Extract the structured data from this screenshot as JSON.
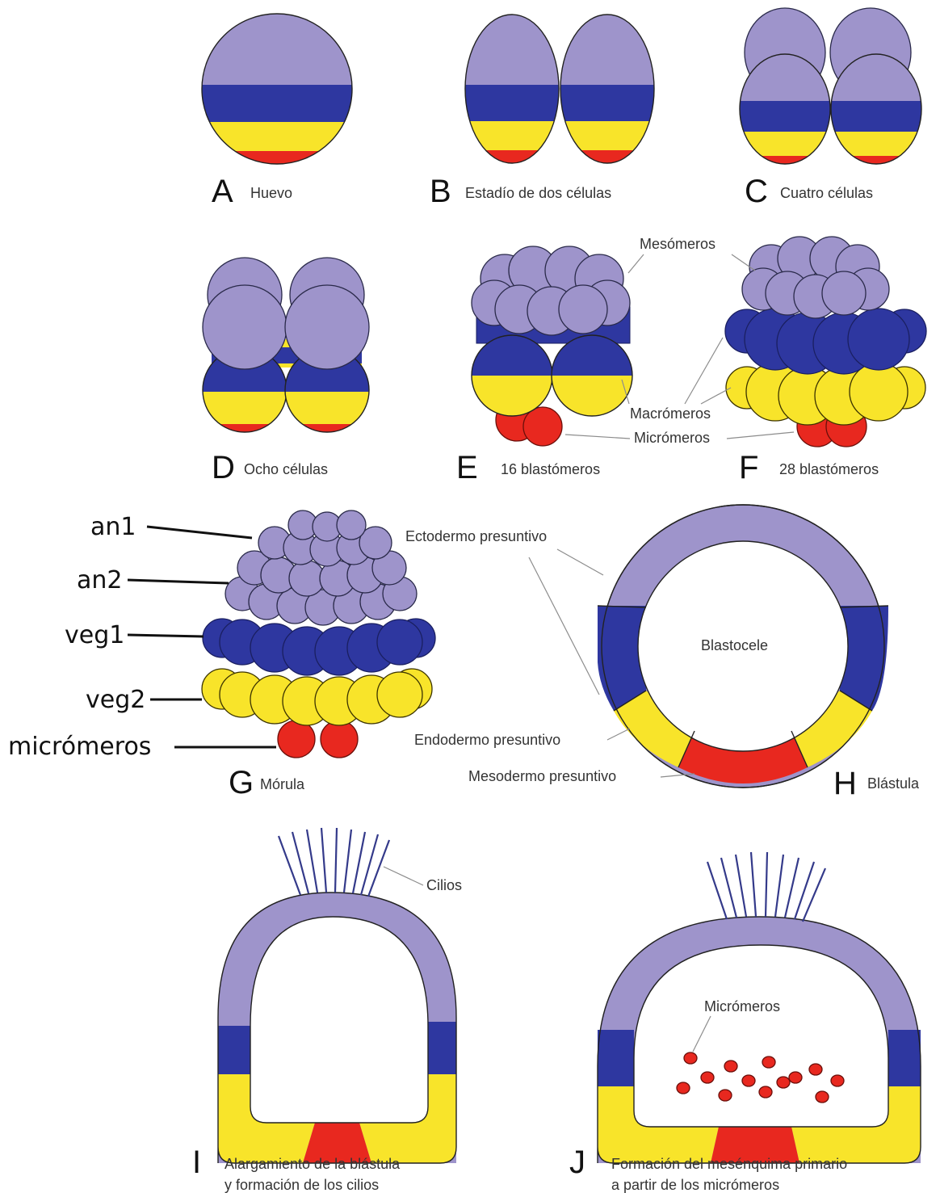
{
  "colors": {
    "ectoderm": "#9E94CB",
    "veg1": "#2E37A0",
    "endoderm": "#F8E42A",
    "mesoderm": "#E8281F"
  },
  "panels": {
    "A": {
      "letter": "A",
      "caption": "Huevo"
    },
    "B": {
      "letter": "B",
      "caption": "Estadío de dos células"
    },
    "C": {
      "letter": "C",
      "caption": "Cuatro células"
    },
    "D": {
      "letter": "D",
      "caption": "Ocho células"
    },
    "E": {
      "letter": "E",
      "caption": "16 blastómeros"
    },
    "F": {
      "letter": "F",
      "caption": "28 blastómeros"
    },
    "G": {
      "letter": "G",
      "caption": "Mórula"
    },
    "H": {
      "letter": "H",
      "caption": "Blástula"
    },
    "I": {
      "letter": "I",
      "caption_line1": "Alargamiento de la blástula",
      "caption_line2": "y formación de los cilios"
    },
    "J": {
      "letter": "J",
      "caption_line1": "Formación del mesénquima primario",
      "caption_line2": "a partir de los micrómeros"
    }
  },
  "labels": {
    "mesomeros": "Mesómeros",
    "macromeros": "Macrómeros",
    "micromeros_ef": "Micrómeros",
    "an1": "an1",
    "an2": "an2",
    "veg1": "veg1",
    "veg2": "veg2",
    "micromeros_g": "micrómeros",
    "ectodermo": "Ectodermo presuntivo",
    "blastocele": "Blastocele",
    "endodermo": "Endodermo presuntivo",
    "mesodermo": "Mesodermo presuntivo",
    "cilios": "Cilios",
    "micromeros_j": "Micrómeros"
  }
}
